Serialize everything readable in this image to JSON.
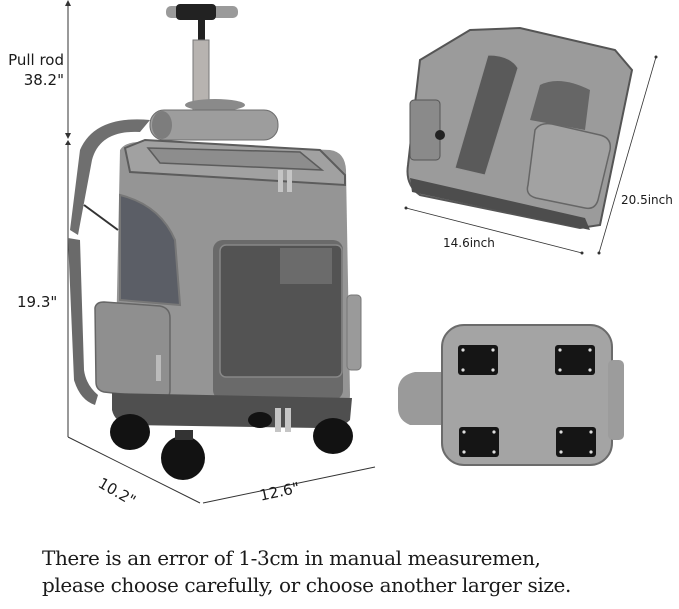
{
  "product": {
    "name": "Rolling pet carrier backpack",
    "color_primary": "#8f8f8f",
    "color_dark": "#5a5a5a",
    "color_mesh": "#4a4a4a",
    "color_wheels": "#111111"
  },
  "dimensions": {
    "pull_rod_label": "Pull rod",
    "pull_rod_value": "38.2\"",
    "height": "19.3\"",
    "depth": "10.2\"",
    "width": "12.6\"",
    "folded_height": "20.5inch",
    "folded_width": "14.6inch"
  },
  "views": [
    {
      "name": "main-view",
      "description": "Front three-quarter view with pull rod extended"
    },
    {
      "name": "folded-view",
      "description": "Carrier shown collapsed/folded"
    },
    {
      "name": "bottom-view",
      "description": "Underside showing four wheel mounting plates"
    }
  ],
  "caption": {
    "line1": "There is an error of 1-3cm in manual measuremen,",
    "line2": "please choose carefully, or choose another larger size."
  }
}
